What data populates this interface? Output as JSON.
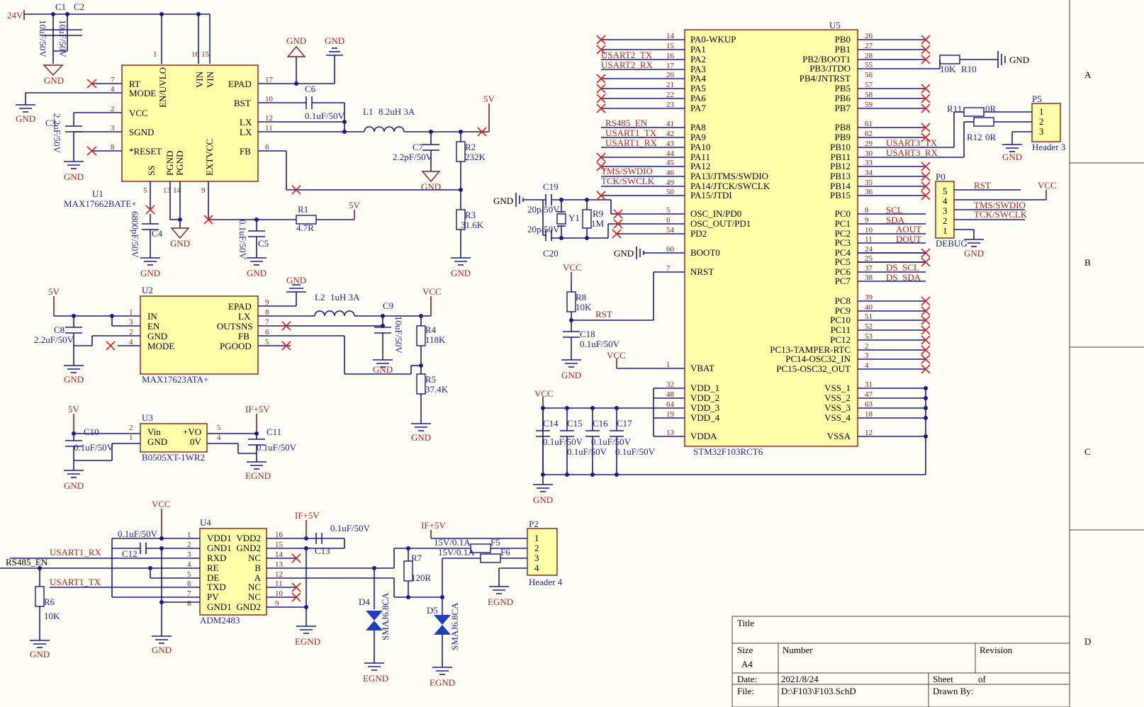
{
  "u1": {
    "ref": "U1",
    "part": "MAX17662BATE+",
    "pins_left": [
      "RT",
      "MODE",
      "VCC",
      "SGND",
      "*RESET"
    ],
    "pin_nums_left": [
      "7",
      "4",
      "2",
      "3",
      "8"
    ],
    "pins_right": [
      "EPAD",
      "BST",
      "LX",
      "LX",
      "FB"
    ],
    "pin_nums_right": [
      "17",
      "10",
      "12",
      "11",
      "6"
    ],
    "pins_top": [
      "EN/UVLO",
      "VIN",
      "VIN"
    ],
    "pin_nums_top": [
      "1",
      "16",
      "15"
    ],
    "pins_bottom": [
      "SS",
      "PGND",
      "PGND",
      "EXTVCC"
    ],
    "pin_nums_bottom": [
      "5",
      "13",
      "14",
      "9"
    ]
  },
  "u2": {
    "ref": "U2",
    "part": "MAX17623ATA+",
    "pins_left": [
      "IN",
      "EN",
      "GND",
      "MODE"
    ],
    "pin_nums_left": [
      "1",
      "3",
      "2",
      "4"
    ],
    "pins_right": [
      "EPAD",
      "LX",
      "OUTSNS",
      "FB",
      "PGOOD"
    ],
    "pin_nums_right": [
      "9",
      "8",
      "7",
      "6",
      "5"
    ]
  },
  "u3": {
    "ref": "U3",
    "part": "B0505XT-1WR2",
    "pins_left": [
      "Vin",
      "GND"
    ],
    "pin_nums_left": [
      "2",
      "1"
    ],
    "pins_right": [
      "+VO",
      "0V"
    ],
    "pin_nums_right": [
      "5",
      "4"
    ]
  },
  "u4": {
    "ref": "U4",
    "part": "ADM2483",
    "pins_left": [
      "VDD1",
      "GND1",
      "RXD",
      "RE",
      "DE",
      "TXD",
      "PV",
      "GND1"
    ],
    "pin_nums_left": [
      "1",
      "2",
      "3",
      "4",
      "5",
      "6",
      "7",
      "8"
    ],
    "pins_right": [
      "VDD2",
      "GND2",
      "NC",
      "B",
      "A",
      "NC",
      "NC",
      "GND2"
    ],
    "pin_nums_right": [
      "16",
      "15",
      "14",
      "13",
      "12",
      "11",
      "10",
      "9"
    ]
  },
  "u5": {
    "ref": "U5",
    "part": "STM32F103RCT6",
    "pins_left": [
      "PA0-WKUP",
      "PA1",
      "PA2",
      "PA3",
      "PA4",
      "PA5",
      "PA6",
      "PA7",
      "PA8",
      "PA9",
      "PA10",
      "PA11",
      "PA12",
      "PA13/JTMS/SWDIO",
      "PA14/JTCK/SWCLK",
      "PA15/JTDI",
      "OSC_IN/PD0",
      "OSC_OUT/PD1",
      "PD2",
      "BOOT0",
      "NRST",
      "VBAT",
      "VDD_1",
      "VDD_2",
      "VDD_3",
      "VDD_4",
      "VDDA"
    ],
    "pin_nums_left": [
      "14",
      "15",
      "16",
      "17",
      "20",
      "21",
      "22",
      "23",
      "41",
      "42",
      "43",
      "44",
      "45",
      "46",
      "49",
      "50",
      "5",
      "6",
      "54",
      "60",
      "7",
      "1",
      "32",
      "48",
      "64",
      "19",
      "13"
    ],
    "pins_right": [
      "PB0",
      "PB1",
      "PB2/BOOT1",
      "PB3/JTDO",
      "PB4/JNTRST",
      "PB5",
      "PB6",
      "PB7",
      "PB8",
      "PB9",
      "PB10",
      "PB11",
      "PB12",
      "PB13",
      "PB14",
      "PB15",
      "PC0",
      "PC1",
      "PC2",
      "PC3",
      "PC4",
      "PC5",
      "PC6",
      "PC7",
      "PC8",
      "PC9",
      "PC10",
      "PC11",
      "PC12",
      "PC13-TAMPER-RTC",
      "PC14-OSC32_IN",
      "PC15-OSC32_OUT",
      "VSS_1",
      "VSS_2",
      "VSS_3",
      "VSS_4",
      "VSSA"
    ],
    "pin_nums_right": [
      "26",
      "27",
      "28",
      "55",
      "56",
      "57",
      "58",
      "59",
      "61",
      "62",
      "29",
      "30",
      "33",
      "34",
      "35",
      "36",
      "8",
      "9",
      "10",
      "11",
      "24",
      "25",
      "37",
      "38",
      "39",
      "40",
      "51",
      "52",
      "53",
      "2",
      "3",
      "4",
      "31",
      "47",
      "63",
      "18",
      "12"
    ]
  },
  "net_labels": {
    "usart2_tx": "USART2_TX",
    "usart2_rx": "USART2_RX",
    "rs485_en": "RS485_EN",
    "usart1_tx": "USART1_TX",
    "usart1_rx": "USART1_RX",
    "tms": "TMS/SWDIO",
    "tck": "TCK/SWCLK",
    "usart3_tx": "USART3_TX",
    "usart3_rx": "USART3_RX",
    "scl": "SCL",
    "sda": "SDA",
    "aout": "AOUT",
    "dout": "DOUT",
    "ds_scl": "DS_SCL",
    "ds_sda": "DS_SDA",
    "rst": "RST",
    "rs485_en_left": "RS485_EN"
  },
  "power": {
    "v24": "24V",
    "v5": "5V",
    "vcc": "VCC",
    "gnd": "GND",
    "if5v": "IF+5V",
    "egnd": "EGND"
  },
  "components": {
    "c1": "C1",
    "c2": "C2",
    "c1v": "10uF/50V",
    "c2v": "10uF/50V",
    "c3": "C3",
    "c3v": "2.2uF/50V",
    "c4": "C4",
    "c4v": "6800pF/50V",
    "c5": "C5",
    "c5v": "0.1uF/50V",
    "c6": "C6",
    "c6v": "0.1uF/50V",
    "c7": "C7",
    "c7v": "2.2pF/50V",
    "l1": "L1",
    "l1v": "8.2uH 3A",
    "r1": "R1",
    "r1v": "4.7R",
    "r2": "R2",
    "r2v": "232K",
    "r3": "R3",
    "r3v": "31.6K",
    "c8": "C8",
    "c8v": "2.2uF/50V",
    "l2": "L2",
    "l2v": "1uH 3A",
    "c9": "C9",
    "c9v": "10uF/50V",
    "r4": "R4",
    "r4v": "118K",
    "r5": "R5",
    "r5v": "37.4K",
    "c10": "C10",
    "c10v": "0.1uF/50V",
    "c11": "C11",
    "c11v": "0.1uF/50V",
    "c12": "C12",
    "c12v": "0.1uF/50V",
    "c13": "C13",
    "c13v": "0.1uF/50V",
    "r6": "R6",
    "r6v": "10K",
    "r7": "R7",
    "r7v": "120R",
    "d4": "D4",
    "d5": "D5",
    "d4v": "SMAJ6.8CA",
    "d5v": "SMAJ6.8CA",
    "f5": "F5",
    "f6": "F6",
    "f5v": "15V/0.1A",
    "f6v": "15V/0.1A",
    "c19": "C19",
    "c19v": "20p/50V",
    "c20": "C20",
    "c20v": "20p/50V",
    "y1": "Y1",
    "r9": "R9",
    "r9v": "1M",
    "r8": "R8",
    "r8v": "10K",
    "c18": "C18",
    "c18v": "0.1uF/50V",
    "r10": "R10",
    "r10v": "10K",
    "r11": "R11",
    "r11v": "0R",
    "r12": "R12",
    "r12v": "0R",
    "c14": "C14",
    "c15": "C15",
    "c16": "C16",
    "c17": "C17",
    "c14v": "0.1uF/50V",
    "c15v": "0.1uF/50V",
    "c16v": "0.1uF/50V",
    "c17v": "0.1uF/50V"
  },
  "connectors": {
    "p5": {
      "ref": "P5",
      "name": "Header 3",
      "pins": [
        "1",
        "2",
        "3"
      ]
    },
    "p0": {
      "ref": "P0",
      "name": "DEBUG",
      "pins": [
        "5",
        "4",
        "3",
        "2",
        "1"
      ]
    },
    "p2": {
      "ref": "P2",
      "name": "Header 4",
      "pins": [
        "1",
        "2",
        "3",
        "4"
      ]
    }
  },
  "zones": [
    "A",
    "B",
    "C",
    "D"
  ],
  "title_block": {
    "title_label": "Title",
    "size_label": "Size",
    "size": "A4",
    "number_label": "Number",
    "revision_label": "Revision",
    "date_label": "Date:",
    "date": "2021/8/24",
    "sheet_label": "Sheet",
    "of_label": "of",
    "file_label": "File:",
    "file": "D:\\F103\\F103.SchD",
    "drawn_label": "Drawn By:"
  }
}
